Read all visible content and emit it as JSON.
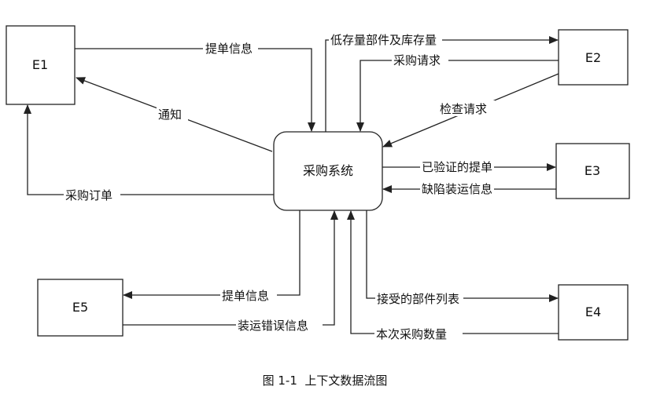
{
  "diagram": {
    "entities": {
      "e1": "E1",
      "e2": "E2",
      "e3": "E3",
      "e4": "E4",
      "e5": "E5"
    },
    "process": "采购系统",
    "flows": {
      "tidan_xinxi_e1": "提单信息",
      "tongzhi": "通知",
      "caigou_dingdan": "采购订单",
      "dicunliang": "低存量部件及库存量",
      "caigou_qingqiu": "采购请求",
      "jiancha_qingqiu": "检查请求",
      "yiyanzheng_tidan": "已验证的提单",
      "quexian_zhuangyun": "缺陷装运信息",
      "tidan_xinxi_e5": "提单信息",
      "zhuangyun_cuowu": "装运错误信息",
      "jieshou_bujian": "接受的部件列表",
      "benci_caigou": "本次采购数量"
    },
    "caption": "图 1-1  上下文数据流图"
  }
}
